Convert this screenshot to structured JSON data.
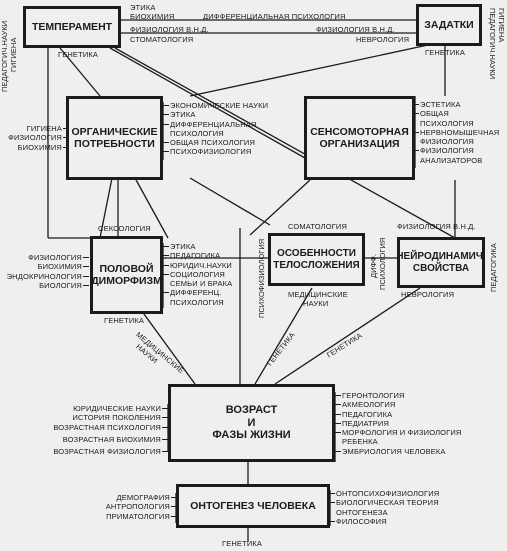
{
  "boxes": {
    "temperament": "ТЕМПЕРАМЕНТ",
    "zadatki": "ЗАДАТКИ",
    "organic_1": "ОРГАНИЧЕСКИЕ",
    "organic_2": "ПОТРЕБНОСТИ",
    "sensomotor_1": "СЕНСОМОТОРНАЯ",
    "sensomotor_2": "ОРГАНИЗАЦИЯ",
    "sex_1": "ПОЛОВОЙ",
    "sex_2": "ДИМОРФИЗМ",
    "body_1": "ОСОБЕННОСТИ",
    "body_2": "ТЕЛОСЛОЖЕНИЯ",
    "neuro_1": "НЕЙРОДИНАМИЧ.",
    "neuro_2": "СВОЙСТВА",
    "age_1": "ВОЗРАСТ",
    "age_2": "И",
    "age_3": "ФАЗЫ ЖИЗНИ",
    "onto": "ОНТОГЕНЕЗ ЧЕЛОВЕКА"
  },
  "labels": {
    "etika_top": "ЭТИКА",
    "biochem_top": "БИОХИМИЯ",
    "diff_psych_top": "ДИФФЕРЕНЦИАЛЬНАЯ ПСИХОЛОГИЯ",
    "fiz_vnd_1": "ФИЗИОЛОГИЯ В.Н.Д.",
    "stomatology": "СТОМАТОЛОГИЯ",
    "fiz_vnd_2": "ФИЗИОЛОГИЯ В.Н.Д.",
    "neurology_top": "НЕВРОЛОГИЯ",
    "genetics_1": "ГЕНЕТИКА",
    "genetics_2": "ГЕНЕТИКА",
    "ped_left": "ПЕДАГОГИЧ.НАУКИ",
    "gig_left": "ГИГИЕНА",
    "ped_right": "ПЕДАГОГИЧ.НАУКИ",
    "gig_right": "ГИГИЕНА",
    "sexology": "СЕКСОЛОГИЯ",
    "somatology": "СОМАТОЛОГИЯ",
    "fiz_vnd_3": "ФИЗИОЛОГИЯ В.Н.Д.",
    "psychophys_rot": "ПСИХОФИЗИОЛОГИЯ",
    "med_sci_1": "МЕДИЦИНСКИЕ",
    "med_sci_2": "НАУКИ",
    "diff_rot": "ДИФФ.",
    "psych_rot": "ПСИХОЛОГИЯ",
    "ped_rot": "ПЕДАГОГИКА",
    "neurology_mid": "НЕВРОЛОГИЯ",
    "genetics_3": "ГЕНЕТИКА",
    "med_diag_1": "МЕДИЦИНСКИЕ",
    "med_diag_2": "НАУКИ",
    "genetics_diag_1": "ГЕНЕТИКА",
    "genetics_diag_2": "ГЕНЕТИКА",
    "genetics_bottom": "ГЕНЕТИКА"
  },
  "lists": {
    "organic_left": [
      "ГИГИЕНА",
      "ФИЗИОЛОГИЯ",
      "БИОХИМИЯ"
    ],
    "organic_right": [
      "ЭКОНОМИЧЕСКИЕ НАУКИ",
      "ЭТИКА",
      "ДИФФЕРЕНЦИАЛЬНАЯ",
      "ПСИХОЛОГИЯ",
      "ОБЩАЯ ПСИХОЛОГИЯ",
      "ПСИХОФИЗИОЛОГИЯ"
    ],
    "sensomotor_right": [
      "ЭСТЕТИКА",
      "ОБЩАЯ",
      "ПСИХОЛОГИЯ",
      "НЕРВНОМЫШЕЧНАЯ",
      "ФИЗИОЛОГИЯ",
      "ФИЗИОЛОГИЯ",
      "АНАЛИЗАТОРОВ"
    ],
    "sex_left": [
      "ФИЗИОЛОГИЯ",
      "БИОХИМИЯ",
      "ЭНДОКРИНОЛОГИЯ",
      "БИОЛОГИЯ"
    ],
    "sex_right": [
      "ЭТИКА",
      "ПЕДАГОГИКА",
      "ЮРИДИЧ.НАУКИ",
      "СОЦИОЛОГИЯ",
      "СЕМЬИ И БРАКА",
      "ДИФФЕРЕНЦ.",
      "ПСИХОЛОГИЯ"
    ],
    "age_left": [
      "ЮРИДИЧЕСКИЕ НАУКИ",
      "ИСТОРИЯ ПОКОЛЕНИЯ",
      "ВОЗРАСТНАЯ ПСИХОЛОГИЯ",
      "ВОЗРАСТНАЯ БИОХИМИЯ",
      "ВОЗРАСТНАЯ ФИЗИОЛОГИЯ"
    ],
    "age_right": [
      "ГЕРОНТОЛОГИЯ",
      "АКМЕОЛОГИЯ",
      "ПЕДАГОГИКА",
      "ПЕДИАТРИЯ",
      "МОРФОЛОГИЯ И ФИЗИОЛОГИЯ",
      "РЕБЕНКА",
      "ЭМБРИОЛОГИЯ ЧЕЛОВЕКА"
    ],
    "onto_left": [
      "ДЕМОГРАФИЯ",
      "АНТРОПОЛОГИЯ",
      "ПРИМАТОЛОГИЯ"
    ],
    "onto_right": [
      "ОНТОПСИХОФИЗИОЛОГИЯ",
      "БИОЛОГИЧЕСКАЯ ТЕОРИЯ",
      "ОНТОГЕНЕЗА",
      "ФИЛОСОФИЯ"
    ]
  }
}
